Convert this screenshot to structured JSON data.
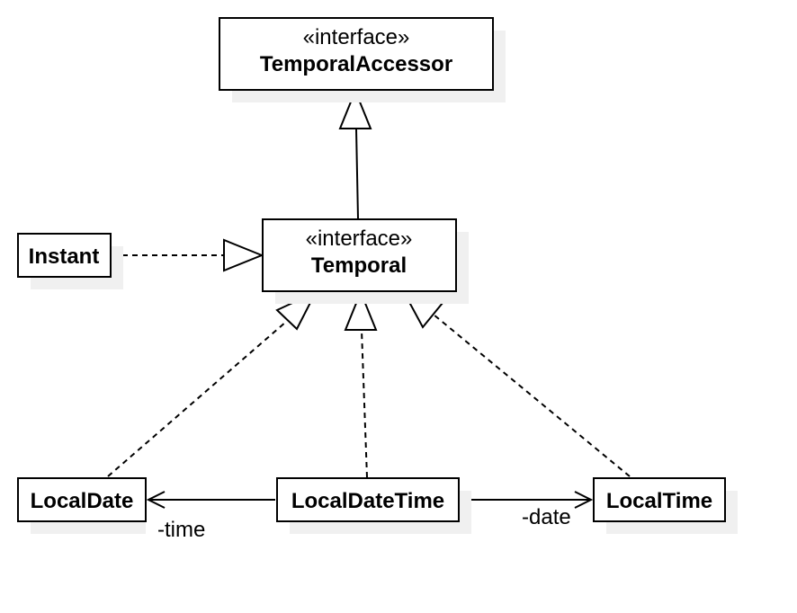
{
  "nodes": {
    "temporal_accessor": {
      "stereotype": "«interface»",
      "name": "TemporalAccessor"
    },
    "temporal": {
      "stereotype": "«interface»",
      "name": "Temporal"
    },
    "instant": {
      "name": "Instant"
    },
    "local_date": {
      "name": "LocalDate"
    },
    "local_date_time": {
      "name": "LocalDateTime"
    },
    "local_time": {
      "name": "LocalTime"
    }
  },
  "edges": {
    "ldt_to_ld": {
      "label": "-time"
    },
    "ldt_to_lt": {
      "label": "-date"
    }
  },
  "colors": {
    "stroke": "#000000",
    "fill": "#ffffff",
    "shadow": "#f0f0f0"
  }
}
